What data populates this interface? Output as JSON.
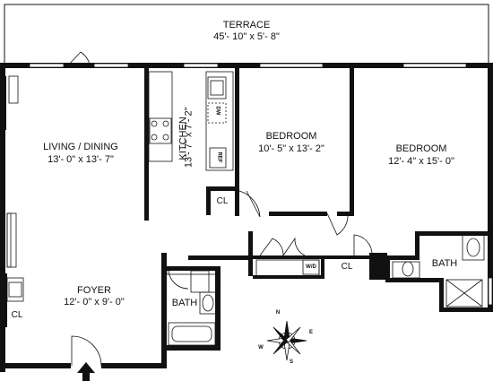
{
  "plan": {
    "terrace": {
      "name": "TERRACE",
      "dims": "45'- 10\" x 5'- 8\""
    },
    "living": {
      "name": "LIVING / DINING",
      "dims": "13'- 0\" x 13'- 7\""
    },
    "kitchen": {
      "name": "KITCHEN",
      "dims": "13'- 7\" x 7'- 2\""
    },
    "bedroom1": {
      "name": "BEDROOM",
      "dims": "10'- 5\" x 13'- 2\""
    },
    "bedroom2": {
      "name": "BEDROOM",
      "dims": "12'- 4\" x 15'- 0\""
    },
    "foyer": {
      "name": "FOYER",
      "dims": "12'- 0\" x 9'- 0\""
    },
    "bath1": {
      "name": "BATH"
    },
    "bath2": {
      "name": "BATH"
    },
    "closets": {
      "foyer": "CL",
      "kitchen": "CL",
      "hall": "CL"
    },
    "appliances": {
      "dishwasher": "DW",
      "refrigerator": "REF",
      "washer_dryer": "W/D"
    },
    "compass": {
      "n": "N",
      "e": "E",
      "s": "S",
      "w": "W"
    }
  }
}
